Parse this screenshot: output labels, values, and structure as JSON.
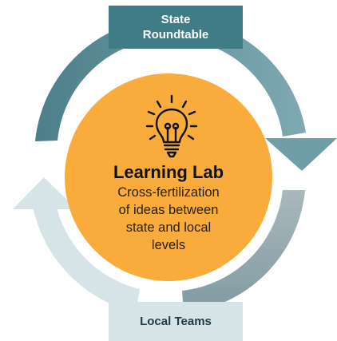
{
  "diagram": {
    "top_box": {
      "lines": [
        "State",
        "Roundtable"
      ],
      "color": "#3f7c86"
    },
    "bottom_box": {
      "label": "Local Teams",
      "color": "#d6e3e7"
    },
    "center": {
      "title": "Learning Lab",
      "description_lines": [
        "Cross-fertilization",
        "of ideas between",
        "state and local",
        "levels"
      ],
      "color": "#f9ab3b",
      "icon": "lightbulb-icon"
    },
    "arrows": {
      "top_right_color": "#5b8e99",
      "bottom_left_color": "#d6e3e7",
      "bottom_right_color": "#8fa5ab"
    }
  }
}
